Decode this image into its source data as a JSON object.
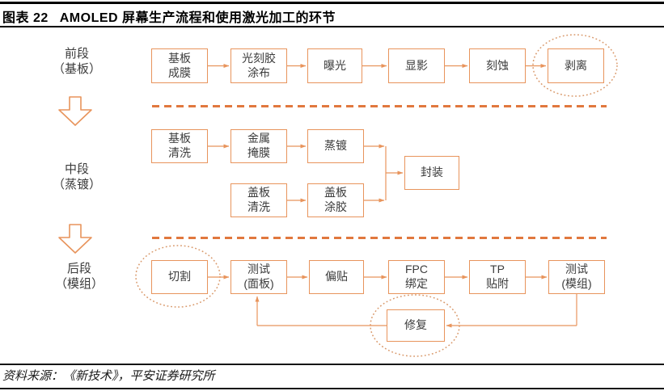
{
  "header": {
    "tag": "图表 22",
    "title": "AMOLED 屏幕生产流程和使用激光加工的环节"
  },
  "stages": {
    "front": "前段\n（基板）",
    "middle": "中段\n（蒸镀）",
    "back": "后段\n（模组）"
  },
  "steps": {
    "front": [
      "基板\n成膜",
      "光刻胶\n涂布",
      "曝光",
      "显影",
      "刻蚀",
      "剥离"
    ],
    "middle_top": [
      "基板\n清洗",
      "金属\n掩膜",
      "蒸镀"
    ],
    "middle_bottom": [
      "盖板\n清洗",
      "盖板\n涂胶"
    ],
    "package": "封装",
    "back": [
      "切割",
      "测试\n(面板)",
      "偏贴",
      "FPC\n绑定",
      "TP\n贴附",
      "测试\n(模组)"
    ],
    "repair": "修复"
  },
  "laser_highlighted_steps": [
    "剥离",
    "切割",
    "修复"
  ],
  "footer": {
    "source": "资料来源：《新技术》，平安证券研究所"
  },
  "colors": {
    "box_border": "#E8945C",
    "flow_line": "#E8945C",
    "dashed_divider": "#E1783E",
    "dotted_circle": "#D9996B",
    "text": "#3C3C3C"
  }
}
